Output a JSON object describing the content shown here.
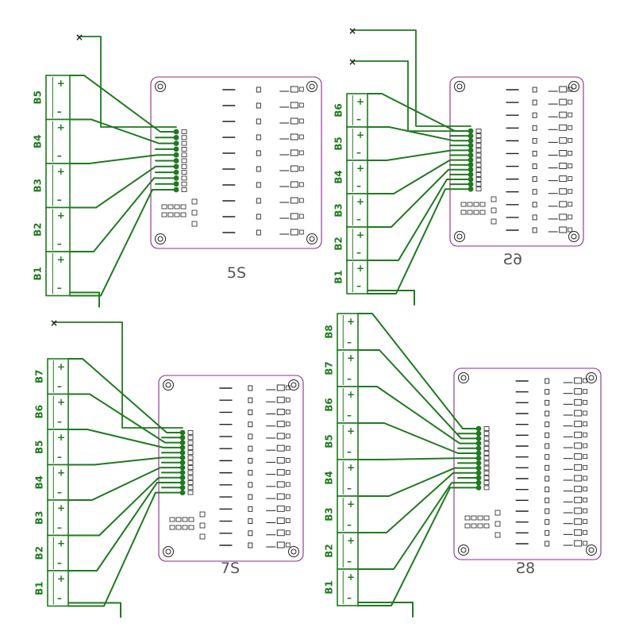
{
  "colors": {
    "wire": "#1f7a1f",
    "board": "#8e2a8e",
    "battery": "#1f7a1f",
    "title": "#555555",
    "text": "#1f7a1f"
  },
  "symbols": {
    "plus": "+",
    "minus": "–",
    "open_end": "×"
  },
  "panels": [
    {
      "id": "5s",
      "title": "5S",
      "title_mirrored": false,
      "cells": [
        "B5",
        "B4",
        "B3",
        "B2",
        "B1"
      ],
      "pins": 11,
      "open_ends": 1
    },
    {
      "id": "6s",
      "title": "6S",
      "title_mirrored": true,
      "cells": [
        "B6",
        "B5",
        "B4",
        "B3",
        "B2",
        "B1"
      ],
      "pins": 13,
      "open_ends": 2
    },
    {
      "id": "7s",
      "title": "7S",
      "title_mirrored": false,
      "cells": [
        "B7",
        "B6",
        "B5",
        "B4",
        "B3",
        "B2",
        "B1"
      ],
      "pins": 13,
      "open_ends": 1
    },
    {
      "id": "8s",
      "title": "8S",
      "title_mirrored": true,
      "cells": [
        "B8",
        "B7",
        "B6",
        "B5",
        "B4",
        "B3",
        "B2",
        "B1"
      ],
      "pins": 13,
      "open_ends": 0
    }
  ]
}
